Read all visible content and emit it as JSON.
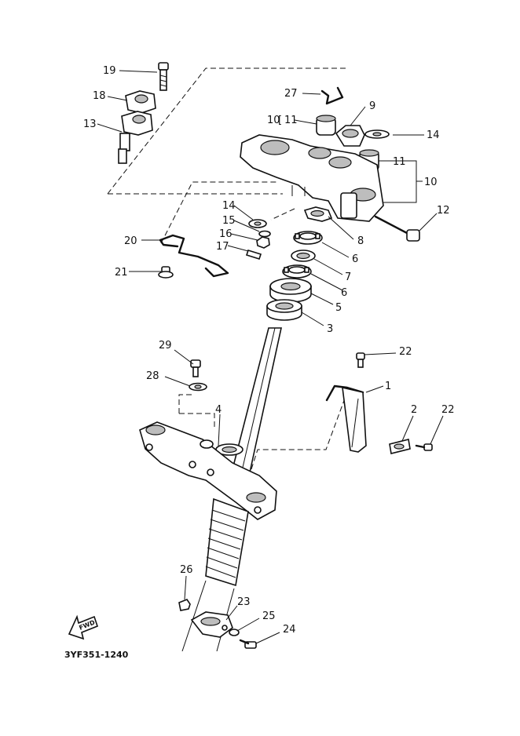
{
  "diagram_code": "3YF351-1240",
  "fwd_label": "FWD",
  "callouts": {
    "p1": "1",
    "p2": "2",
    "p3": "3",
    "p4": "4",
    "p5": "5",
    "p6a": "6",
    "p6b": "6",
    "p7": "7",
    "p8": "8",
    "p9": "9",
    "p10a": "10",
    "p10b": "10",
    "p11a": "11",
    "p11b": "11",
    "p12": "12",
    "p13": "13",
    "p14a": "14",
    "p14b": "14",
    "p15": "15",
    "p16": "16",
    "p17": "17",
    "p18": "18",
    "p19": "19",
    "p20": "20",
    "p21": "21",
    "p22a": "22",
    "p22b": "22",
    "p23": "23",
    "p24": "24",
    "p25": "25",
    "p26": "26",
    "p27": "27",
    "p28": "28",
    "p29": "29"
  }
}
